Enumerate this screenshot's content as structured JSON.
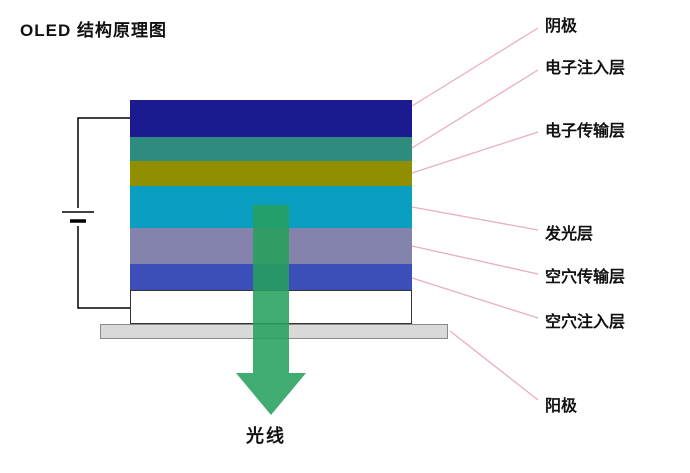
{
  "title": "OLED 结构原理图",
  "light_label": "光线",
  "layers": [
    {
      "id": "cathode",
      "label": "阴极",
      "color": "#1b1b8f"
    },
    {
      "id": "electron-injection",
      "label": "电子注入层",
      "color": "#2e8b7e"
    },
    {
      "id": "electron-transport",
      "label": "电子传输层",
      "color": "#8f8f00"
    },
    {
      "id": "emitting",
      "label": "发光层",
      "color": "#0a9fc0"
    },
    {
      "id": "hole-transport",
      "label": "空穴传输层",
      "color": "#8383ab"
    },
    {
      "id": "hole-injection",
      "label": "空穴注入层",
      "color": "#3c4fb8"
    },
    {
      "id": "anode",
      "label": "阳极",
      "color": "#ffffff"
    }
  ],
  "colors": {
    "leader_line": "#e9aec6",
    "circuit_line": "#000000",
    "light_arrow": "#27a05d",
    "substrate": "#d9d9d9"
  }
}
